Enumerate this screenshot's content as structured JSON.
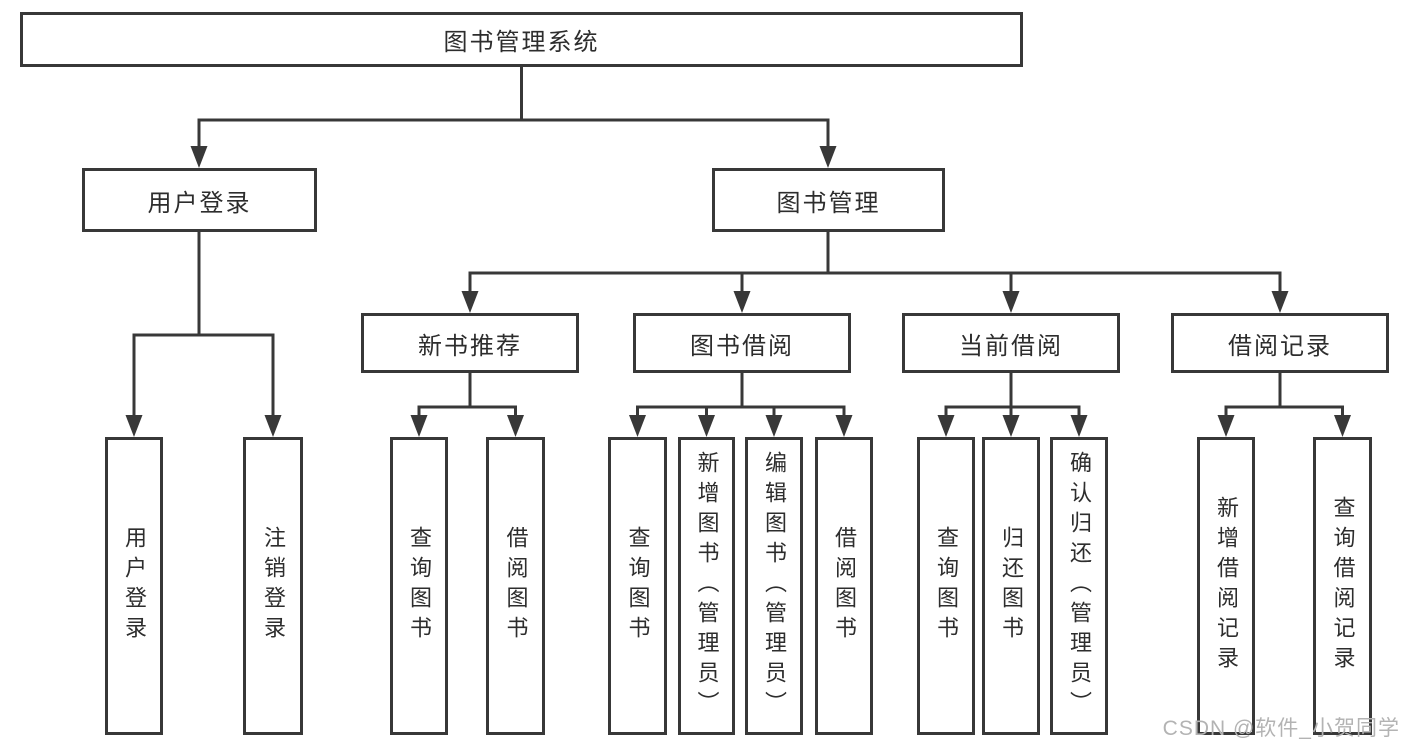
{
  "nodes": {
    "root": {
      "label": "图书管理系统"
    },
    "level2": [
      {
        "label": "用户登录"
      },
      {
        "label": "图书管理"
      }
    ],
    "level3": [
      {
        "label": "新书推荐",
        "parent": "图书管理"
      },
      {
        "label": "图书借阅",
        "parent": "图书管理"
      },
      {
        "label": "当前借阅",
        "parent": "图书管理"
      },
      {
        "label": "借阅记录",
        "parent": "图书管理"
      }
    ],
    "leaves": [
      {
        "label": "用户登录",
        "parent": "用户登录"
      },
      {
        "label": "注销登录",
        "parent": "用户登录"
      },
      {
        "label": "查询图书",
        "parent": "新书推荐"
      },
      {
        "label": "借阅图书",
        "parent": "新书推荐"
      },
      {
        "label": "查询图书",
        "parent": "图书借阅"
      },
      {
        "label": "新增图书（管理员）",
        "parent": "图书借阅"
      },
      {
        "label": "编辑图书（管理员）",
        "parent": "图书借阅"
      },
      {
        "label": "借阅图书",
        "parent": "图书借阅"
      },
      {
        "label": "查询图书",
        "parent": "当前借阅"
      },
      {
        "label": "归还图书",
        "parent": "当前借阅"
      },
      {
        "label": "确认归还（管理员）",
        "parent": "当前借阅"
      },
      {
        "label": "新增借阅记录",
        "parent": "借阅记录"
      },
      {
        "label": "查询借阅记录",
        "parent": "借阅记录"
      }
    ]
  },
  "watermark": {
    "text": "CSDN @软件_小贺同学"
  },
  "colors": {
    "line": "#383838",
    "text": "#2d2d2d",
    "watermark": "#b3b3b3",
    "background": "#ffffff"
  }
}
